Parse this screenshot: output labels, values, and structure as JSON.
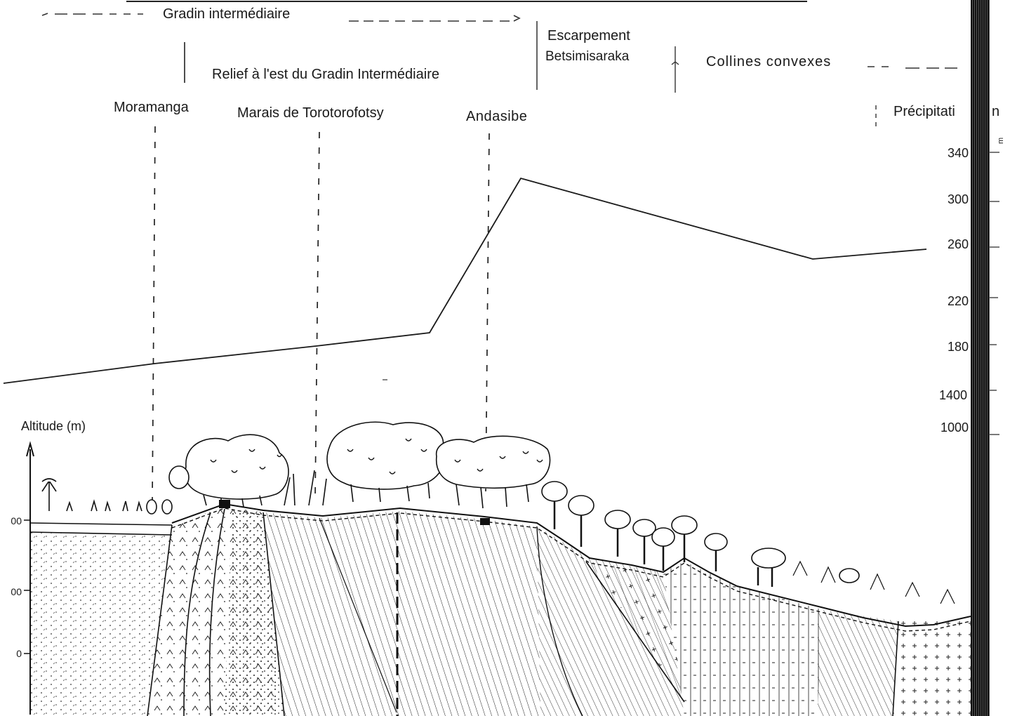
{
  "header": {
    "gradin": "Gradin  intermédiaire",
    "relief_est": "Relief à l'est du Gradin Intermédiaire",
    "escarpement_line1": "Escarpement",
    "escarpement_line2": "Betsimisaraka",
    "collines": "Collines  convexes"
  },
  "locations": {
    "moramanga": "Moramanga",
    "marais": "Marais de Torotorofotsy",
    "andasibe": "Andasibe"
  },
  "precip_label": "Précipitati",
  "precip_partial_n": "n",
  "right_axis_ticks": [
    "340",
    "300",
    "260",
    "220",
    "180",
    "1400",
    "1000"
  ],
  "left_axis": {
    "label": "Altitude (m)",
    "ticks": [
      "00",
      "00",
      "0"
    ]
  },
  "side_mark": "m"
}
